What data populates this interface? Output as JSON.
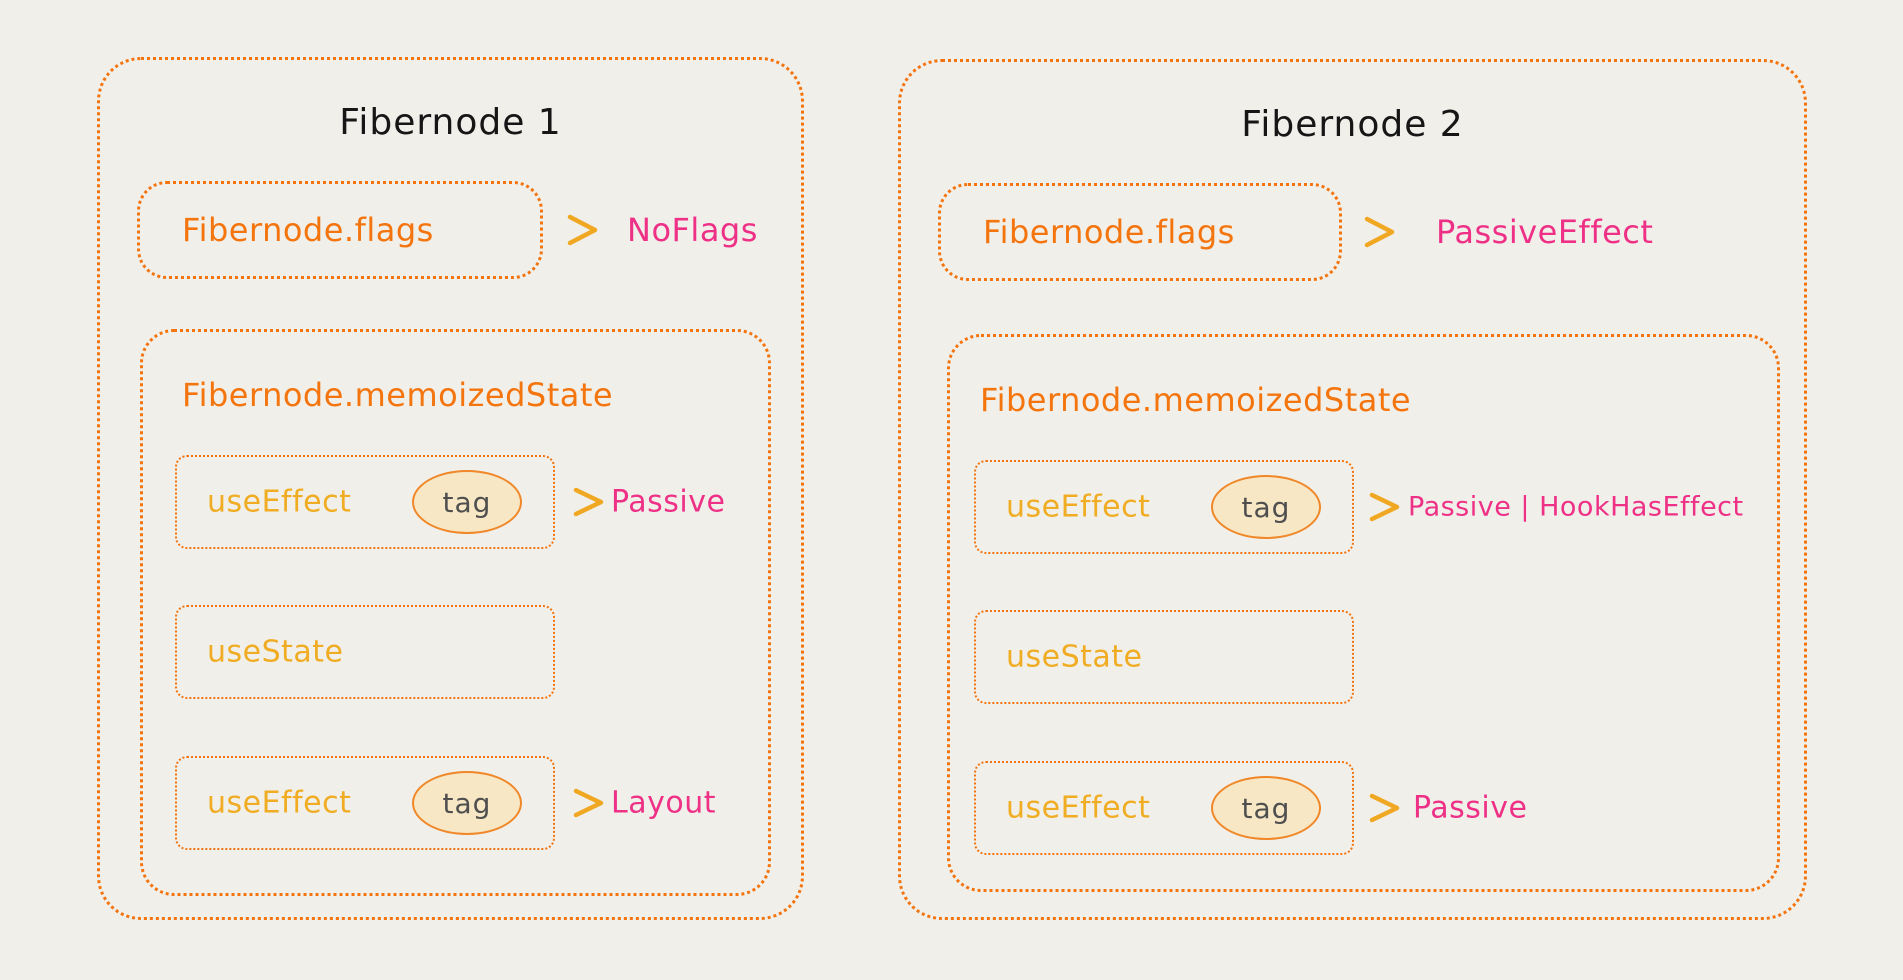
{
  "background": "#f1efe9",
  "colors": {
    "border_orange": "#f3740e",
    "label_orange": "#f4750e",
    "hook_gold": "#f0ac22",
    "arrow_gold": "#f1a928",
    "value_pink": "#ee3187",
    "tag_gray": "#4f4f4f",
    "tag_fill": "#f7e7c4",
    "title_black": "#161616"
  },
  "nodes": [
    {
      "title": "Fibernode 1",
      "flags": {
        "label": "Fibernode.flags",
        "value": "NoFlags"
      },
      "memoized_state": {
        "label": "Fibernode.memoizedState",
        "hooks": [
          {
            "name": "useEffect",
            "tag": "tag",
            "value": "Passive"
          },
          {
            "name": "useState",
            "tag": "",
            "value": ""
          },
          {
            "name": "useEffect",
            "tag": "tag",
            "value": "Layout"
          }
        ]
      }
    },
    {
      "title": "Fibernode 2",
      "flags": {
        "label": "Fibernode.flags",
        "value": "PassiveEffect"
      },
      "memoized_state": {
        "label": "Fibernode.memoizedState",
        "hooks": [
          {
            "name": "useEffect",
            "tag": "tag",
            "value": "Passive | HookHasEffect"
          },
          {
            "name": "useState",
            "tag": "",
            "value": ""
          },
          {
            "name": "useEffect",
            "tag": "tag",
            "value": "Passive"
          }
        ]
      }
    }
  ]
}
